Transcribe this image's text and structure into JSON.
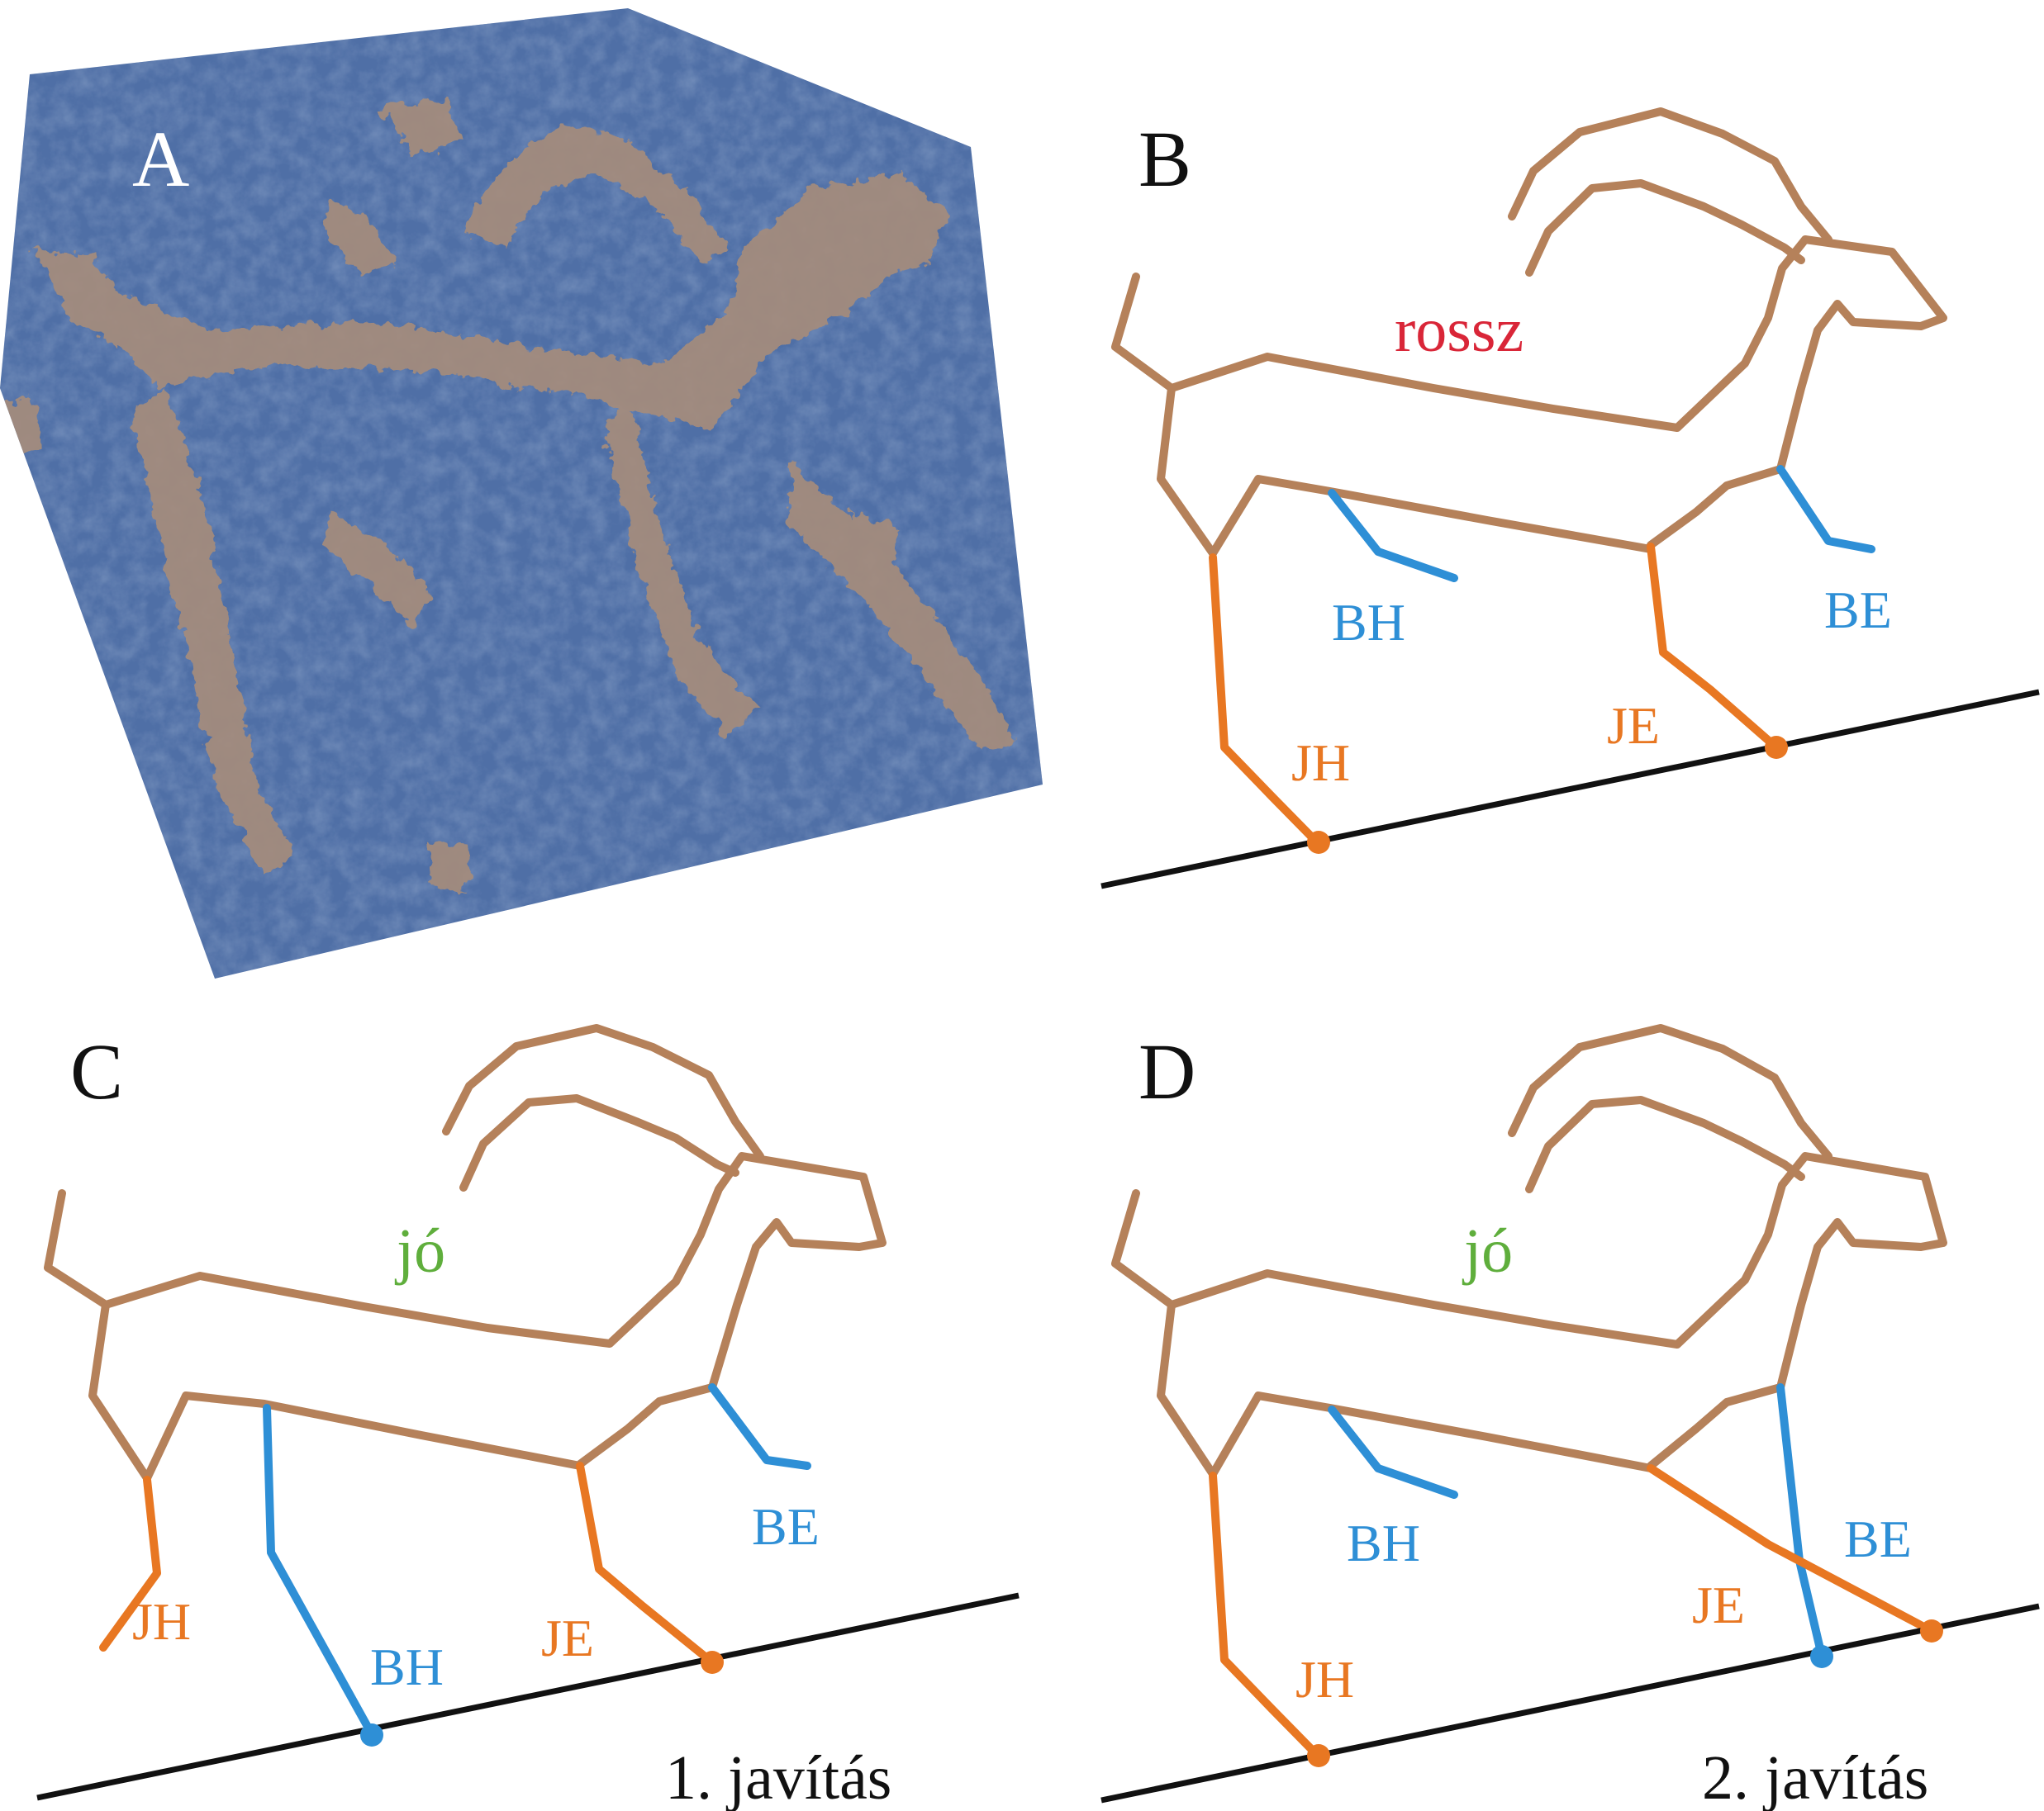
{
  "colors": {
    "body": "#b5815a",
    "front_legs": "#e87722",
    "hind_legs": "#2e8fd6",
    "ground": "#111111",
    "bad": "#d92638",
    "good": "#5fae3c",
    "photo_rock": "#4f6fa6",
    "photo_figure": "#a58c7c"
  },
  "panels": {
    "a": {
      "letter": "A"
    },
    "b": {
      "letter": "B",
      "verdict": "rossz",
      "labels": {
        "bh": "BH",
        "be": "BE",
        "jh": "JH",
        "je": "JE"
      }
    },
    "c": {
      "letter": "C",
      "verdict": "jó",
      "labels": {
        "bh": "BH",
        "be": "BE",
        "jh": "JH",
        "je": "JE"
      },
      "caption": "1. javítás"
    },
    "d": {
      "letter": "D",
      "verdict": "jó",
      "labels": {
        "bh": "BH",
        "be": "BE",
        "jh": "JH",
        "je": "JE"
      },
      "caption": "2. javítás"
    }
  },
  "icons": [
    "rock-photo",
    "animal-stick-figure"
  ]
}
